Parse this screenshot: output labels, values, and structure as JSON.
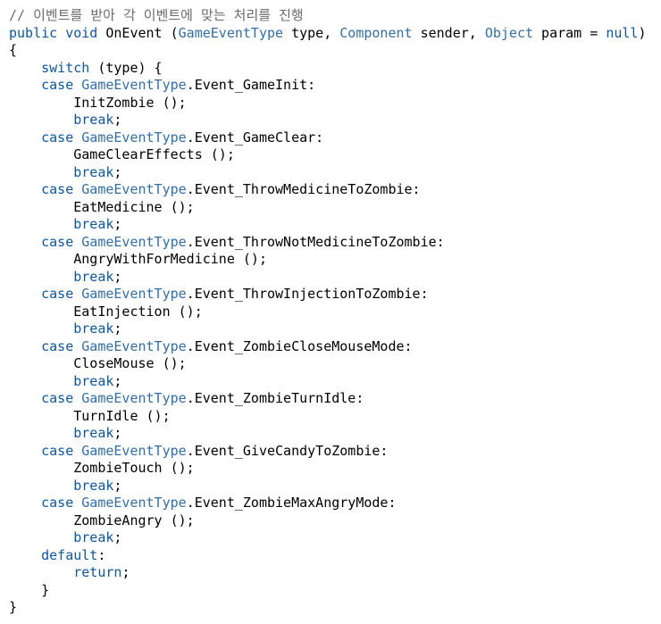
{
  "colors": {
    "keyword": "#0a57a8",
    "type": "#2f6fb0",
    "comment": "#6b6b6b",
    "text": "#000000"
  },
  "lines": [
    [
      {
        "t": "cm",
        "v": "// 이벤트를 받아 각 이벤트에 맞는 처리를 진행"
      }
    ],
    [
      {
        "t": "kw",
        "v": "public"
      },
      {
        "t": "pl",
        "v": " "
      },
      {
        "t": "kw",
        "v": "void"
      },
      {
        "t": "pl",
        "v": " OnEvent ("
      },
      {
        "t": "ty",
        "v": "GameEventType"
      },
      {
        "t": "pl",
        "v": " type, "
      },
      {
        "t": "ty",
        "v": "Component"
      },
      {
        "t": "pl",
        "v": " sender, "
      },
      {
        "t": "ty",
        "v": "Object"
      },
      {
        "t": "pl",
        "v": " param = "
      },
      {
        "t": "kw",
        "v": "null"
      },
      {
        "t": "pl",
        "v": ")"
      }
    ],
    [
      {
        "t": "pl",
        "v": "{"
      }
    ],
    [
      {
        "t": "pl",
        "v": "    "
      },
      {
        "t": "kw",
        "v": "switch"
      },
      {
        "t": "pl",
        "v": " (type) {"
      }
    ],
    [
      {
        "t": "pl",
        "v": "    "
      },
      {
        "t": "kw",
        "v": "case"
      },
      {
        "t": "pl",
        "v": " "
      },
      {
        "t": "ty",
        "v": "GameEventType"
      },
      {
        "t": "pl",
        "v": ".Event_GameInit:"
      }
    ],
    [
      {
        "t": "pl",
        "v": "        InitZombie ();"
      }
    ],
    [
      {
        "t": "pl",
        "v": "        "
      },
      {
        "t": "kw",
        "v": "break"
      },
      {
        "t": "pl",
        "v": ";"
      }
    ],
    [
      {
        "t": "pl",
        "v": "    "
      },
      {
        "t": "kw",
        "v": "case"
      },
      {
        "t": "pl",
        "v": " "
      },
      {
        "t": "ty",
        "v": "GameEventType"
      },
      {
        "t": "pl",
        "v": ".Event_GameClear:"
      }
    ],
    [
      {
        "t": "pl",
        "v": "        GameClearEffects ();"
      }
    ],
    [
      {
        "t": "pl",
        "v": "        "
      },
      {
        "t": "kw",
        "v": "break"
      },
      {
        "t": "pl",
        "v": ";"
      }
    ],
    [
      {
        "t": "pl",
        "v": "    "
      },
      {
        "t": "kw",
        "v": "case"
      },
      {
        "t": "pl",
        "v": " "
      },
      {
        "t": "ty",
        "v": "GameEventType"
      },
      {
        "t": "pl",
        "v": ".Event_ThrowMedicineToZombie:"
      }
    ],
    [
      {
        "t": "pl",
        "v": "        EatMedicine ();"
      }
    ],
    [
      {
        "t": "pl",
        "v": "        "
      },
      {
        "t": "kw",
        "v": "break"
      },
      {
        "t": "pl",
        "v": ";"
      }
    ],
    [
      {
        "t": "pl",
        "v": "    "
      },
      {
        "t": "kw",
        "v": "case"
      },
      {
        "t": "pl",
        "v": " "
      },
      {
        "t": "ty",
        "v": "GameEventType"
      },
      {
        "t": "pl",
        "v": ".Event_ThrowNotMedicineToZombie:"
      }
    ],
    [
      {
        "t": "pl",
        "v": "        AngryWithForMedicine ();"
      }
    ],
    [
      {
        "t": "pl",
        "v": "        "
      },
      {
        "t": "kw",
        "v": "break"
      },
      {
        "t": "pl",
        "v": ";"
      }
    ],
    [
      {
        "t": "pl",
        "v": "    "
      },
      {
        "t": "kw",
        "v": "case"
      },
      {
        "t": "pl",
        "v": " "
      },
      {
        "t": "ty",
        "v": "GameEventType"
      },
      {
        "t": "pl",
        "v": ".Event_ThrowInjectionToZombie:"
      }
    ],
    [
      {
        "t": "pl",
        "v": "        EatInjection ();"
      }
    ],
    [
      {
        "t": "pl",
        "v": "        "
      },
      {
        "t": "kw",
        "v": "break"
      },
      {
        "t": "pl",
        "v": ";"
      }
    ],
    [
      {
        "t": "pl",
        "v": "    "
      },
      {
        "t": "kw",
        "v": "case"
      },
      {
        "t": "pl",
        "v": " "
      },
      {
        "t": "ty",
        "v": "GameEventType"
      },
      {
        "t": "pl",
        "v": ".Event_ZombieCloseMouseMode:"
      }
    ],
    [
      {
        "t": "pl",
        "v": "        CloseMouse ();"
      }
    ],
    [
      {
        "t": "pl",
        "v": "        "
      },
      {
        "t": "kw",
        "v": "break"
      },
      {
        "t": "pl",
        "v": ";"
      }
    ],
    [
      {
        "t": "pl",
        "v": "    "
      },
      {
        "t": "kw",
        "v": "case"
      },
      {
        "t": "pl",
        "v": " "
      },
      {
        "t": "ty",
        "v": "GameEventType"
      },
      {
        "t": "pl",
        "v": ".Event_ZombieTurnIdle:"
      }
    ],
    [
      {
        "t": "pl",
        "v": "        TurnIdle ();"
      }
    ],
    [
      {
        "t": "pl",
        "v": "        "
      },
      {
        "t": "kw",
        "v": "break"
      },
      {
        "t": "pl",
        "v": ";"
      }
    ],
    [
      {
        "t": "pl",
        "v": "    "
      },
      {
        "t": "kw",
        "v": "case"
      },
      {
        "t": "pl",
        "v": " "
      },
      {
        "t": "ty",
        "v": "GameEventType"
      },
      {
        "t": "pl",
        "v": ".Event_GiveCandyToZombie:"
      }
    ],
    [
      {
        "t": "pl",
        "v": "        ZombieTouch ();"
      }
    ],
    [
      {
        "t": "pl",
        "v": "        "
      },
      {
        "t": "kw",
        "v": "break"
      },
      {
        "t": "pl",
        "v": ";"
      }
    ],
    [
      {
        "t": "pl",
        "v": "    "
      },
      {
        "t": "kw",
        "v": "case"
      },
      {
        "t": "pl",
        "v": " "
      },
      {
        "t": "ty",
        "v": "GameEventType"
      },
      {
        "t": "pl",
        "v": ".Event_ZombieMaxAngryMode:"
      }
    ],
    [
      {
        "t": "pl",
        "v": "        ZombieAngry ();"
      }
    ],
    [
      {
        "t": "pl",
        "v": "        "
      },
      {
        "t": "kw",
        "v": "break"
      },
      {
        "t": "pl",
        "v": ";"
      }
    ],
    [
      {
        "t": "pl",
        "v": "    "
      },
      {
        "t": "kw",
        "v": "default"
      },
      {
        "t": "pl",
        "v": ":"
      }
    ],
    [
      {
        "t": "pl",
        "v": "        "
      },
      {
        "t": "kw",
        "v": "return"
      },
      {
        "t": "pl",
        "v": ";"
      }
    ],
    [
      {
        "t": "pl",
        "v": "    }"
      }
    ],
    [
      {
        "t": "pl",
        "v": "}"
      }
    ]
  ]
}
